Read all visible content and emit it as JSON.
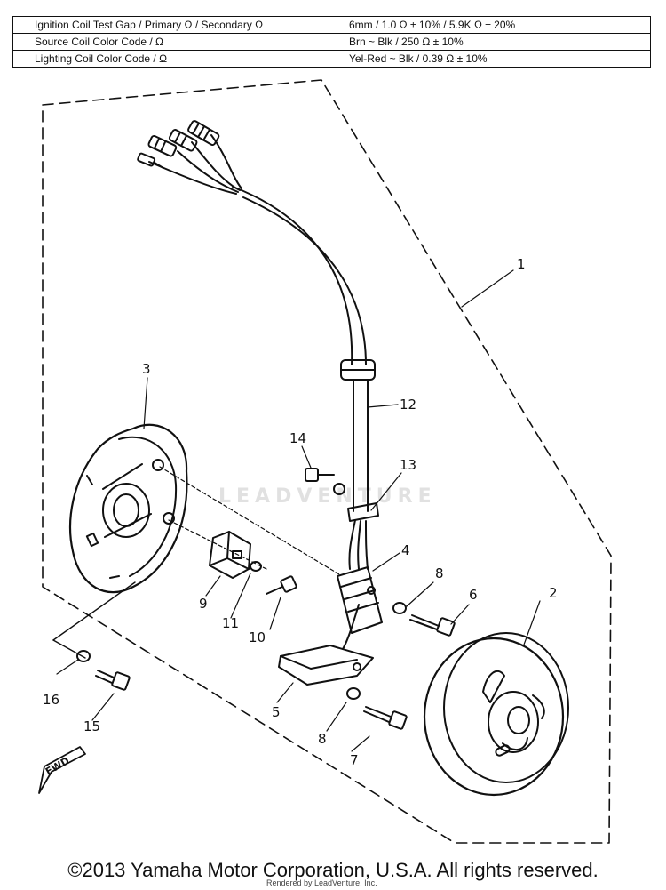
{
  "specs": [
    {
      "label": "Ignition Coil Test Gap / Primary Ω / Secondary Ω",
      "value": "6mm / 1.0 Ω ± 10% / 5.9K Ω ± 20%"
    },
    {
      "label": "Source Coil Color Code / Ω",
      "value": "Brn ~ Blk / 250 Ω ± 10%"
    },
    {
      "label": "Lighting Coil Color Code / Ω",
      "value": "Yel-Red ~ Blk / 0.39 Ω ± 10%"
    }
  ],
  "callouts": {
    "c1": "1",
    "c2": "2",
    "c3": "3",
    "c4": "4",
    "c5": "5",
    "c6": "6",
    "c7": "7",
    "c8a": "8",
    "c8b": "8",
    "c9": "9",
    "c10": "10",
    "c11": "11",
    "c12": "12",
    "c13": "13",
    "c14": "14",
    "c15": "15",
    "c16": "16"
  },
  "fwd_label": "FWD",
  "watermark": "LEADVENTURE",
  "copyright": "©2013 Yamaha Motor Corporation, U.S.A. All rights reserved.",
  "rendered_by": "Rendered by LeadVenture, Inc."
}
